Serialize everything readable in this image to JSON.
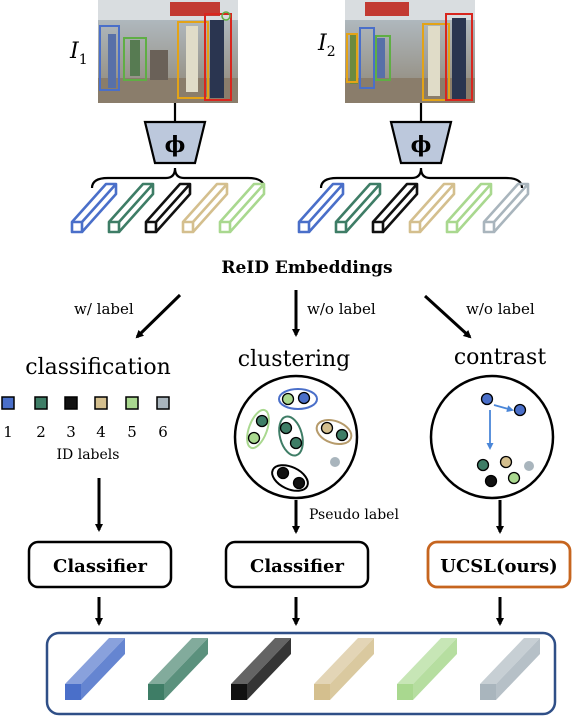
{
  "images": [
    {
      "symbol": "I",
      "subscript": "1"
    },
    {
      "symbol": "I",
      "subscript": "2"
    }
  ],
  "encoder_symbol": "ϕ",
  "embeddings_label": "ReID Embeddings",
  "branches": [
    {
      "edge_label": "w/ label",
      "title": "classification",
      "id_numbers": [
        "1",
        "2",
        "3",
        "4",
        "5",
        "6"
      ],
      "caption": "ID labels",
      "box_label": "Classifier"
    },
    {
      "edge_label": "w/o label",
      "title": "clustering",
      "caption": "Pseudo label",
      "box_label": "Classifier"
    },
    {
      "edge_label": "w/o label",
      "title": "contrast",
      "box_label": "UCSL(ours)"
    }
  ],
  "id_colors": [
    "#4a6fc9",
    "#3e7d66",
    "#111111",
    "#d4bf8e",
    "#a9d88f",
    "#a9b5bd"
  ],
  "accent": "#c6651f"
}
